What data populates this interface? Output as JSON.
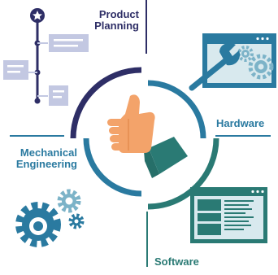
{
  "labels": {
    "product_planning": {
      "line1": "Product",
      "line2": "Planning"
    },
    "hardware": "Hardware",
    "mechanical_engineering": {
      "line1": "Mechanical",
      "line2": "Engineering"
    },
    "software": "Software"
  },
  "colors": {
    "navy": "#2e2e66",
    "blue": "#2a7aa0",
    "teal": "#2a7a74",
    "lavender": "#c3c8e2",
    "orange": "#f3a36a",
    "gear_light": "#7cb3c8",
    "screen_light": "#d8e9ee"
  },
  "icons": {
    "center": "thumbs-up-icon",
    "product_planning": "timeline-roadmap-icon",
    "hardware": "wrench-gears-window-icon",
    "mechanical_engineering": "gears-icon",
    "software": "software-window-icon"
  }
}
